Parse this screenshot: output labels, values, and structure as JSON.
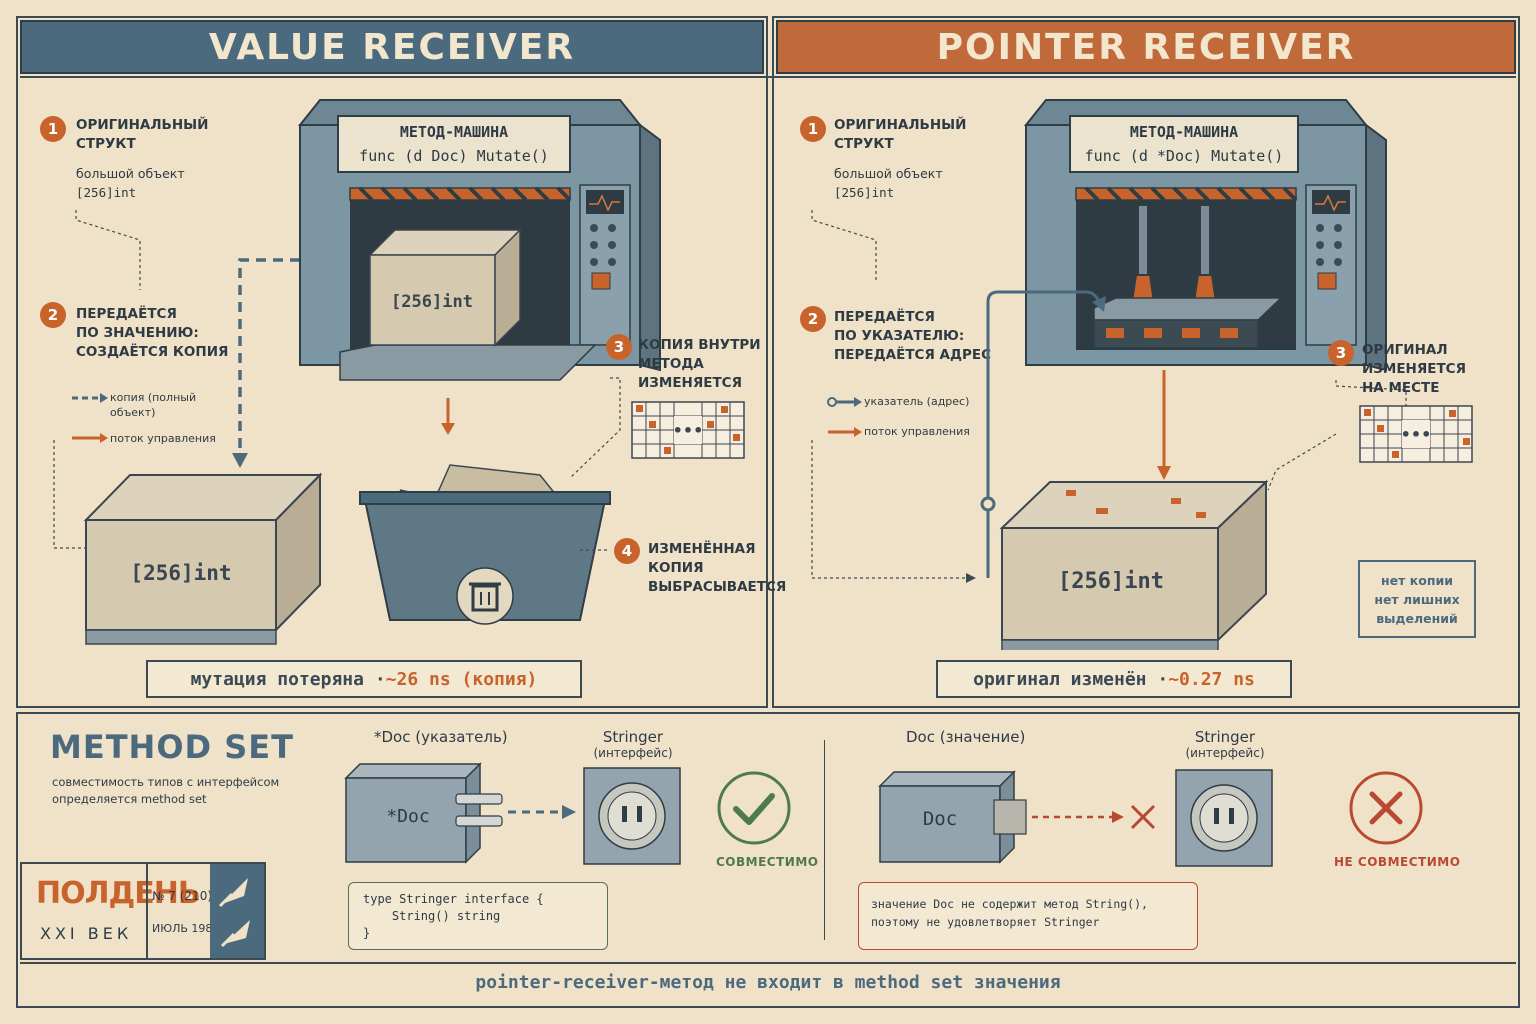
{
  "value_panel": {
    "title": "VALUE RECEIVER",
    "step1": {
      "num": "1",
      "label_line1": "Оригинальный",
      "label_line2": "структ",
      "desc_line1": "большой объект",
      "desc_line2": "[256]int"
    },
    "step2": {
      "num": "2",
      "line1": "Передаётся",
      "line2": "по значению:",
      "line3": "создаётся копия"
    },
    "legend": {
      "copy_line1": "копия (полный",
      "copy_line2": "объект)",
      "flow": "поток управления"
    },
    "machine": {
      "title": "МЕТОД-МАШИНА",
      "signature": "func (d Doc) Mutate()"
    },
    "crate_inside": "[256]int",
    "crate_original": "[256]int",
    "step3": {
      "num": "3",
      "line1": "Копия внутри",
      "line2": "метода",
      "line3": "изменяется"
    },
    "step4": {
      "num": "4",
      "line1": "Изменённая",
      "line2": "копия",
      "line3": "выбрасывается"
    },
    "result": {
      "text": "мутация потеряна · ",
      "value": "~26 ns (копия)"
    }
  },
  "pointer_panel": {
    "title": "POINTER RECEIVER",
    "step1": {
      "num": "1",
      "label_line1": "Оригинальный",
      "label_line2": "структ",
      "desc_line1": "большой объект",
      "desc_line2": "[256]int"
    },
    "step2": {
      "num": "2",
      "line1": "Передаётся",
      "line2": "по указателю:",
      "line3": "передаётся адрес"
    },
    "legend": {
      "pointer": "указатель (адрес)",
      "flow": "поток управления"
    },
    "machine": {
      "title": "МЕТОД-МАШИНА",
      "signature": "func (d *Doc) Mutate()"
    },
    "crate_original": "[256]int",
    "step3": {
      "num": "3",
      "line1": "Оригинал",
      "line2": "изменяется",
      "line3": "на месте"
    },
    "note": {
      "line1": "нет копии",
      "line2": "нет лишних",
      "line3": "выделений"
    },
    "result": {
      "text": "оригинал изменён · ",
      "value": "~0.27 ns"
    }
  },
  "method_set": {
    "title": "METHOD SET",
    "desc_line1": "совместимость типов с интерфейсом",
    "desc_line2": "определяется method set",
    "left": {
      "type_label": "*Doc  (указатель)",
      "box_label": "*Doc",
      "iface_title": "Stringer",
      "iface_sub": "(интерфейс)",
      "status": "СОВМЕСТИМО",
      "code": "type Stringer interface {\n    String() string\n}"
    },
    "right": {
      "type_label": "Doc  (значение)",
      "box_label": "Doc",
      "iface_title": "Stringer",
      "iface_sub": "(интерфейс)",
      "status": "НЕ СОВМЕСТИМО",
      "note_line1": "значение Doc не содержит метод String(),",
      "note_line2": "поэтому не удовлетворяет Stringer"
    },
    "footer": "pointer-receiver-метод не входит в method set значения"
  },
  "logo": {
    "name": "ПОЛДЕНЬ",
    "sub": "XXI ВЕК",
    "issue": "№ 7 (210)",
    "date": "ИЮЛЬ 1987"
  },
  "colors": {
    "blue": "#4c6a7e",
    "orange": "#c8632c",
    "paper": "#efe2c8",
    "ink": "#2e3b44",
    "green": "#4f7a4a",
    "red": "#b84a34"
  }
}
